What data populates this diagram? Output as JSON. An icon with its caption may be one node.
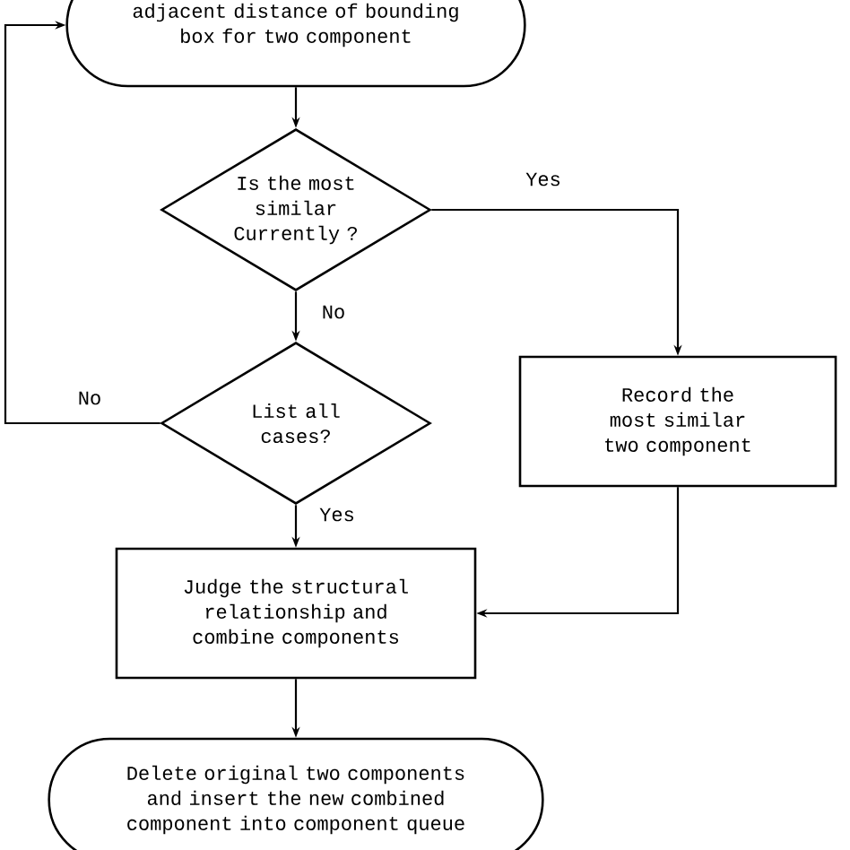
{
  "diagram": {
    "nodes": [
      {
        "text": [
          "adjacent distance of bounding box for two component"
        ]
      },
      {
        "text": [
          "Is the most similar Currently ?"
        ]
      },
      {
        "text": [
          "List all cases?"
        ]
      },
      {
        "text": [
          "Record the most similar two component"
        ]
      },
      {
        "text": [
          "Judge the structural relationship and combine components"
        ]
      },
      {
        "text": [
          "Delete original two components and insert the new combined component into component queue"
        ]
      }
    ],
    "edges": [
      {
        "from": 0,
        "to": 1,
        "arrow": "to"
      },
      {
        "from": 1,
        "to": 3,
        "arrow": "to",
        "label": "Yes"
      },
      {
        "from": 1,
        "to": 2,
        "arrow": "to",
        "label": "No"
      },
      {
        "from": 2,
        "to": 0,
        "arrow": "to",
        "label": "No"
      },
      {
        "from": 2,
        "to": 4,
        "arrow": "to",
        "label": "Yes"
      },
      {
        "from": 3,
        "to": 4,
        "arrow": "to"
      },
      {
        "from": 4,
        "to": 5,
        "arrow": "to"
      }
    ]
  }
}
